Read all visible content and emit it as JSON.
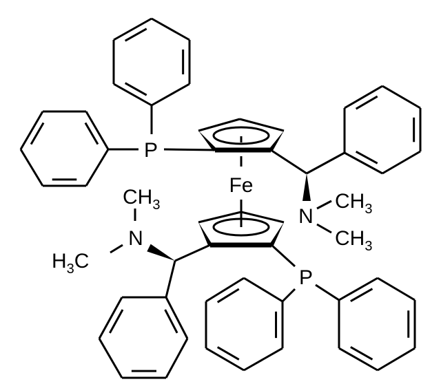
{
  "molecule": {
    "atoms": {
      "fe": "Fe",
      "p_top": "P",
      "p_bottom": "P",
      "n_right": "N",
      "n_left": "N",
      "ch3_right_upper": {
        "main": "CH",
        "sub": "3"
      },
      "ch3_right_lower": {
        "main": "CH",
        "sub": "3"
      },
      "ch3_left_upper": {
        "main": "CH",
        "sub": "3"
      },
      "h3c_left": {
        "h": "H",
        "sub": "3",
        "c": "C"
      }
    },
    "colors": {
      "bond": "#000000",
      "background": "#ffffff"
    }
  }
}
